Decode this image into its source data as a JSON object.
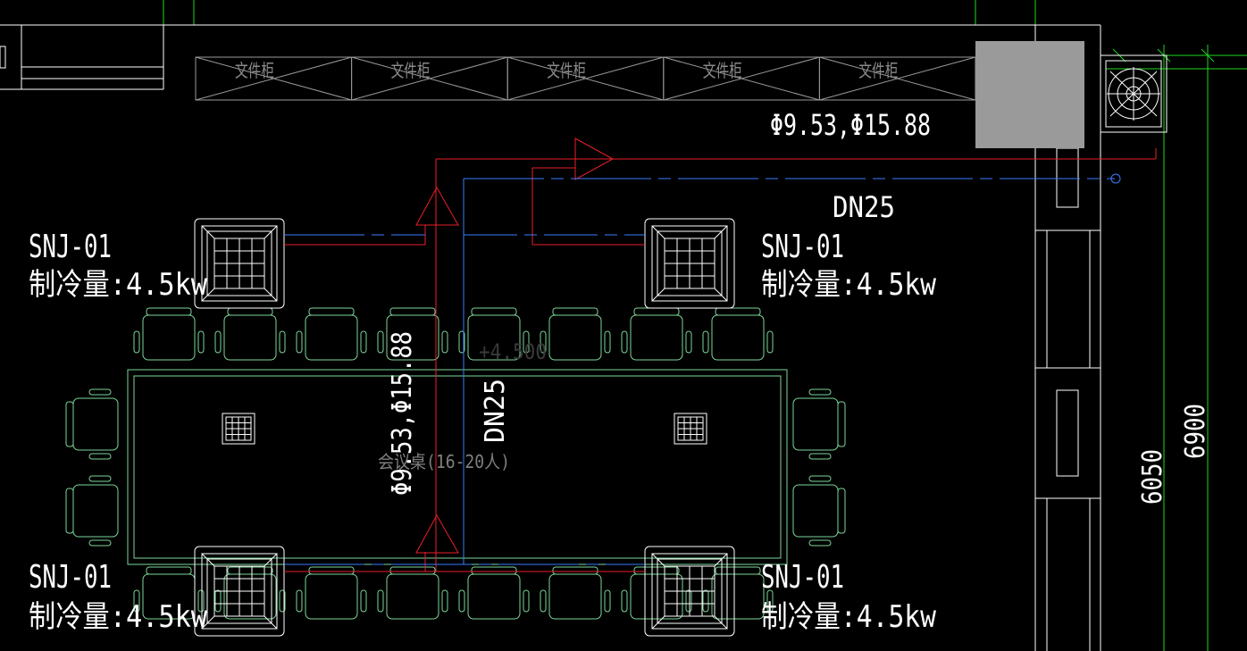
{
  "cabinets": [
    "文件柜",
    "文件柜",
    "文件柜",
    "文件柜",
    "文件柜"
  ],
  "units": [
    {
      "model": "SNJ-01",
      "capacity": "制冷量:4.5kw"
    },
    {
      "model": "SNJ-01",
      "capacity": "制冷量:4.5kw"
    },
    {
      "model": "SNJ-01",
      "capacity": "制冷量:4.5kw"
    },
    {
      "model": "SNJ-01",
      "capacity": "制冷量:4.5kw"
    }
  ],
  "pipes": {
    "refrigerant_top": "Φ9.53,Φ15.88",
    "refrigerant_vertical": "Φ9.53,Φ15.88",
    "drain_top": "DN25",
    "drain_vertical": "DN25"
  },
  "elevation": "+4.500",
  "table_label": "会议桌(16-20人)",
  "dimensions": {
    "inner": "6050",
    "outer": "6900"
  },
  "colors": {
    "refrigerant": "#e8202a",
    "drain": "#3a7cff",
    "furniture": "#7cd69a",
    "grid": "#1ed81e"
  }
}
